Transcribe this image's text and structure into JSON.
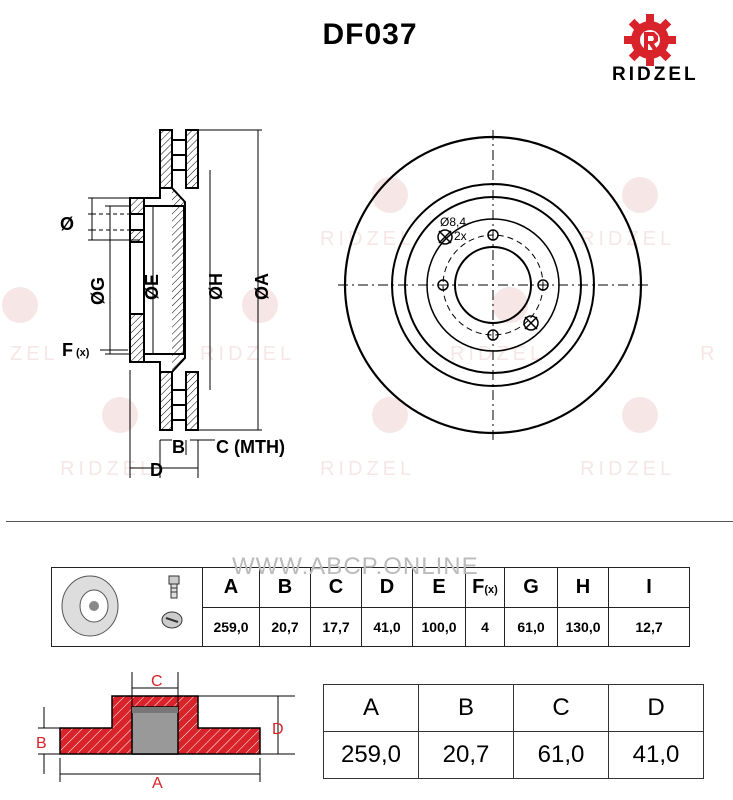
{
  "title": "DF037",
  "brand": "RIDZEL",
  "watermark_url": "WWW.ABCP.ONLINE",
  "labels": {
    "dia": "Ø",
    "dia84": "Ø8,4",
    "x2": "2x",
    "G": "ØG",
    "E": "ØE",
    "H": "ØH",
    "A": "ØA",
    "F": "F",
    "Fx": "(x)",
    "B": "B",
    "C": "C (MTH)",
    "D": "D"
  },
  "spec_table": {
    "headers": [
      "A",
      "B",
      "C",
      "D",
      "E",
      "F",
      "G",
      "H",
      "I"
    ],
    "fx_suffix": "(x)",
    "values": [
      "259,0",
      "20,7",
      "17,7",
      "41,0",
      "100,0",
      "4",
      "61,0",
      "130,0",
      "12,7"
    ]
  },
  "section_labels": {
    "C": "C",
    "B": "B",
    "D": "D",
    "A": "A"
  },
  "small_table": {
    "headers": [
      "A",
      "B",
      "C",
      "D"
    ],
    "values": [
      "259,0",
      "20,7",
      "61,0",
      "41,0"
    ]
  },
  "colors": {
    "red": "#d8232a",
    "hatch": "#c8151b",
    "wm": "#e8b8b8"
  }
}
